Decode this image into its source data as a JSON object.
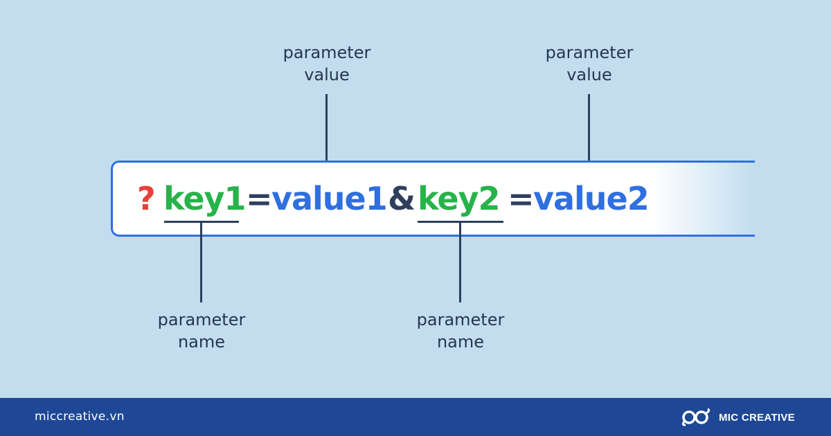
{
  "labels": {
    "value1": {
      "line1": "parameter",
      "line2": "value"
    },
    "value2": {
      "line1": "parameter",
      "line2": "value"
    },
    "key1": {
      "line1": "parameter",
      "line2": "name"
    },
    "key2": {
      "line1": "parameter",
      "line2": "name"
    }
  },
  "query": {
    "question": "?",
    "key1": "key1",
    "equals1": "=",
    "value1": "value1",
    "ampersand": "&",
    "key2": "key2",
    "equals2": "=",
    "value2": "value2"
  },
  "footer": {
    "website": "miccreative.vn",
    "brand": "MIC CREATIVE"
  },
  "colors": {
    "background": "#c3ddef",
    "question": "#e8403a",
    "key": "#27b34a",
    "value": "#2f6fe0",
    "operator": "#2f3f5c",
    "footer": "#1e4895"
  },
  "icons": {
    "brand_logo": "mic-creative-logo-icon"
  }
}
